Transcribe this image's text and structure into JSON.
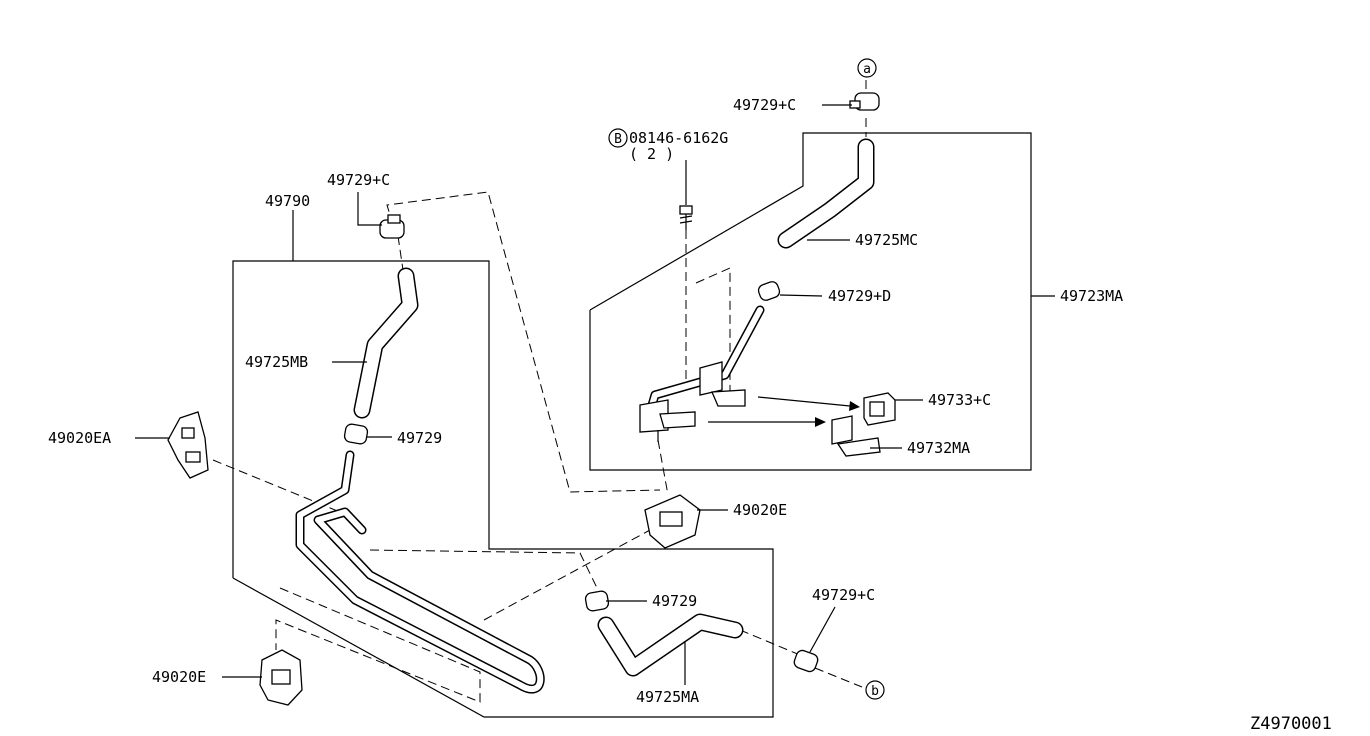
{
  "diagram_id": "Z4970001",
  "labels": {
    "p49729_c_top": "49729+C",
    "ref_a": "a",
    "bolt_b": "B",
    "bolt_part": "08146-6162G",
    "bolt_qty": "( 2 )",
    "p49725mc": "49725MC",
    "p49729_d": "49729+D",
    "p49723ma": "49723MA",
    "p49733_c": "49733+C",
    "p49732ma": "49732MA",
    "p49729_c_left": "49729+C",
    "p49790": "49790",
    "p49725mb": "49725MB",
    "p49729_upper": "49729",
    "p49020ea": "49020EA",
    "p49020e_mid": "49020E",
    "p49729_lower": "49729",
    "p49729_c_right": "49729+C",
    "ref_b": "b",
    "p49020e_bottom": "49020E",
    "p49725ma": "49725MA"
  },
  "icons": [
    "hose-clamp-icon",
    "hose-icon",
    "tube-icon",
    "bracket-icon",
    "bolt-icon",
    "grommet-icon"
  ]
}
